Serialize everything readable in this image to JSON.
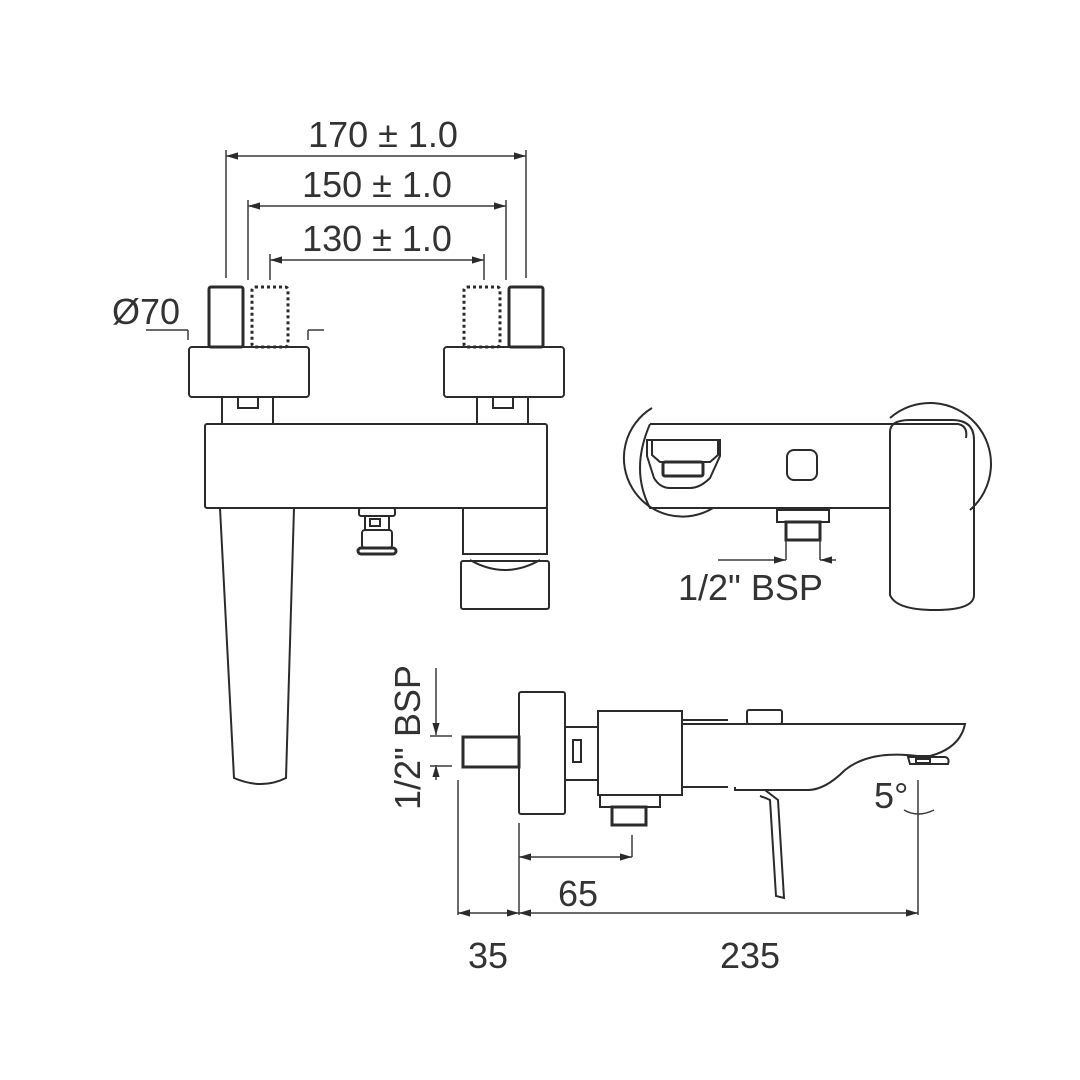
{
  "drawing": {
    "title": "Bath mixer dimension drawing",
    "line_color": "#2b2b2b",
    "text_color": "#333333",
    "background": "#ffffff"
  },
  "front_view": {
    "dim_outer": "170 ± 1.0",
    "dim_middle": "150 ± 1.0",
    "dim_inner": "130 ± 1.0",
    "diameter": "Ø70"
  },
  "top_view": {
    "thread_label": "1/2\" BSP"
  },
  "side_view": {
    "thread_label_vertical": "1/2\" BSP",
    "dim_65": "65",
    "dim_35": "35",
    "dim_235": "235",
    "angle": "5°"
  }
}
